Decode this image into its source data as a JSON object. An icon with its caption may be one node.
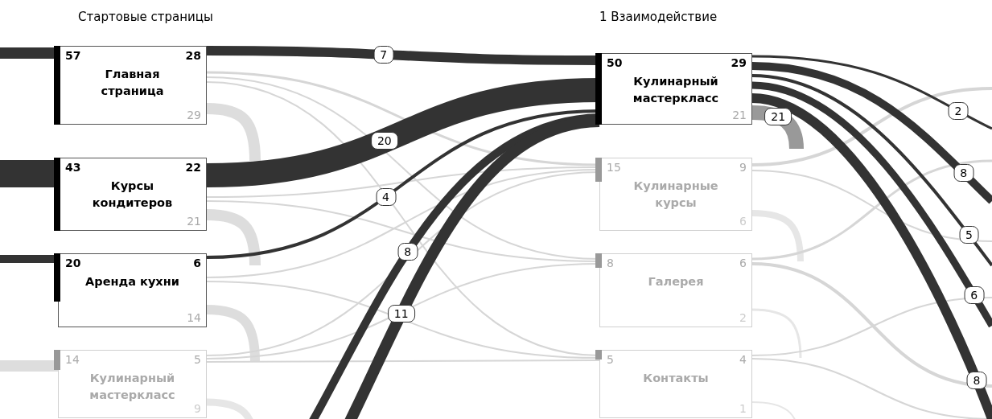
{
  "diagram": {
    "nodes": [
      {
        "text": [
          "57",
          "28",
          "Главная страница",
          "29"
        ]
      },
      {
        "text": [
          "43",
          "22",
          "Курсы кондитеров",
          "21"
        ]
      },
      {
        "text": [
          "20",
          "6",
          "Аренда кухни",
          "14"
        ]
      },
      {
        "text": [
          "14",
          "5",
          "Кулинарный мастеркласс",
          "9"
        ]
      },
      {
        "text": [
          "50",
          "29",
          "Кулинарный мастеркласс",
          "21"
        ]
      },
      {
        "text": [
          "15",
          "9",
          "Кулинарные курсы",
          "6"
        ]
      },
      {
        "text": [
          "8",
          "6",
          "Галерея",
          "2"
        ]
      },
      {
        "text": [
          "5",
          "4",
          "Контакты",
          "1"
        ]
      }
    ],
    "edges": [
      {
        "from": 0,
        "to": 4,
        "arrow": "none",
        "label": "7",
        "style": "thick",
        "color": "#333333"
      },
      {
        "from": 1,
        "to": 4,
        "arrow": "none",
        "label": "20",
        "style": "thick",
        "color": "#333333"
      },
      {
        "from": 2,
        "to": 4,
        "arrow": "none",
        "label": "4",
        "color": "#333333"
      },
      {
        "from": null,
        "to": 4,
        "arrow": "none",
        "label": "8",
        "style": "thick",
        "color": "#333333"
      },
      {
        "from": null,
        "to": 4,
        "arrow": "none",
        "label": "11",
        "style": "thick",
        "color": "#333333"
      },
      {
        "from": null,
        "to": 0,
        "arrow": "none",
        "style": "thick",
        "color": "#333333"
      },
      {
        "from": null,
        "to": 1,
        "arrow": "none",
        "style": "thick",
        "color": "#333333"
      },
      {
        "from": null,
        "to": 2,
        "arrow": "none",
        "style": "thick",
        "color": "#333333"
      },
      {
        "from": null,
        "to": 3,
        "arrow": "none",
        "style": "thick",
        "color": "#dddddd"
      },
      {
        "from": 4,
        "to": null,
        "arrow": "none",
        "label": "2",
        "color": "#333333"
      },
      {
        "from": 4,
        "to": null,
        "arrow": "none",
        "label": "8",
        "style": "thick",
        "color": "#333333"
      },
      {
        "from": 4,
        "to": null,
        "arrow": "none",
        "label": "5",
        "color": "#333333"
      },
      {
        "from": 4,
        "to": null,
        "arrow": "none",
        "label": "6",
        "style": "thick",
        "color": "#333333"
      },
      {
        "from": 4,
        "to": null,
        "arrow": "none",
        "label": "8",
        "style": "thick",
        "color": "#333333"
      },
      {
        "from": 4,
        "to": null,
        "arrow": "none",
        "label": "21",
        "style": "thick",
        "color": "#999999"
      },
      {
        "from": 0,
        "to": null,
        "arrow": "none",
        "style": "thick",
        "color": "#dddddd"
      },
      {
        "from": 1,
        "to": null,
        "arrow": "none",
        "style": "thick",
        "color": "#dddddd"
      },
      {
        "from": 2,
        "to": null,
        "arrow": "none",
        "style": "thick",
        "color": "#dddddd"
      },
      {
        "from": 3,
        "to": null,
        "arrow": "none",
        "style": "thick",
        "color": "#e6e6e6"
      },
      {
        "from": 5,
        "to": null,
        "arrow": "none",
        "style": "thick",
        "color": "#e6e6e6"
      },
      {
        "from": 6,
        "to": null,
        "arrow": "none",
        "color": "#e6e6e6"
      },
      {
        "from": 7,
        "to": null,
        "arrow": "none",
        "color": "#e6e6e6"
      },
      {
        "from": 0,
        "to": 5,
        "arrow": "none",
        "color": "#d6d6d6"
      },
      {
        "from": 0,
        "to": 6,
        "arrow": "none",
        "color": "#d6d6d6"
      },
      {
        "from": 0,
        "to": 7,
        "arrow": "none",
        "color": "#d6d6d6"
      },
      {
        "from": 1,
        "to": 5,
        "arrow": "none",
        "color": "#d6d6d6"
      },
      {
        "from": 1,
        "to": 6,
        "arrow": "none",
        "color": "#d6d6d6"
      },
      {
        "from": 2,
        "to": 5,
        "arrow": "none",
        "color": "#d6d6d6"
      },
      {
        "from": 2,
        "to": 7,
        "arrow": "none",
        "color": "#d6d6d6"
      },
      {
        "from": 3,
        "to": 5,
        "arrow": "none",
        "color": "#d6d6d6"
      },
      {
        "from": 3,
        "to": 6,
        "arrow": "none",
        "color": "#d6d6d6"
      },
      {
        "from": 3,
        "to": 7,
        "arrow": "none",
        "color": "#d6d6d6"
      },
      {
        "from": 5,
        "to": null,
        "arrow": "none",
        "color": "#d6d6d6"
      },
      {
        "from": 5,
        "to": null,
        "arrow": "none",
        "color": "#d6d6d6"
      },
      {
        "from": 6,
        "to": null,
        "arrow": "none",
        "color": "#d6d6d6"
      },
      {
        "from": 6,
        "to": null,
        "arrow": "none",
        "color": "#d6d6d6"
      },
      {
        "from": 7,
        "to": null,
        "arrow": "none",
        "color": "#d6d6d6"
      },
      {
        "from": 7,
        "to": null,
        "arrow": "none",
        "color": "#d6d6d6"
      }
    ],
    "labels": [
      "Стартовые страницы",
      "1 Взаимодействие"
    ]
  }
}
